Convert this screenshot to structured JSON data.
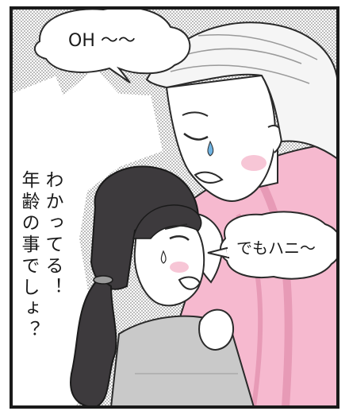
{
  "bubbles": {
    "top": "OH ～～",
    "right": "でもハニ～"
  },
  "narration": {
    "line1": "わかってる！",
    "line2": "年齢の事でしょ？"
  },
  "colors": {
    "shirt": "#f6b9cf",
    "shirt_shadow": "#e79ab6",
    "hair_dark": "#3d3a3d",
    "skin": "#ffffff",
    "blush": "#f7c6d6",
    "tear": "#6fb3e2",
    "screentone": "#9a9a9a"
  },
  "icons": [
    "man-figure",
    "woman-figure",
    "speech-bubble",
    "tear-drop"
  ]
}
